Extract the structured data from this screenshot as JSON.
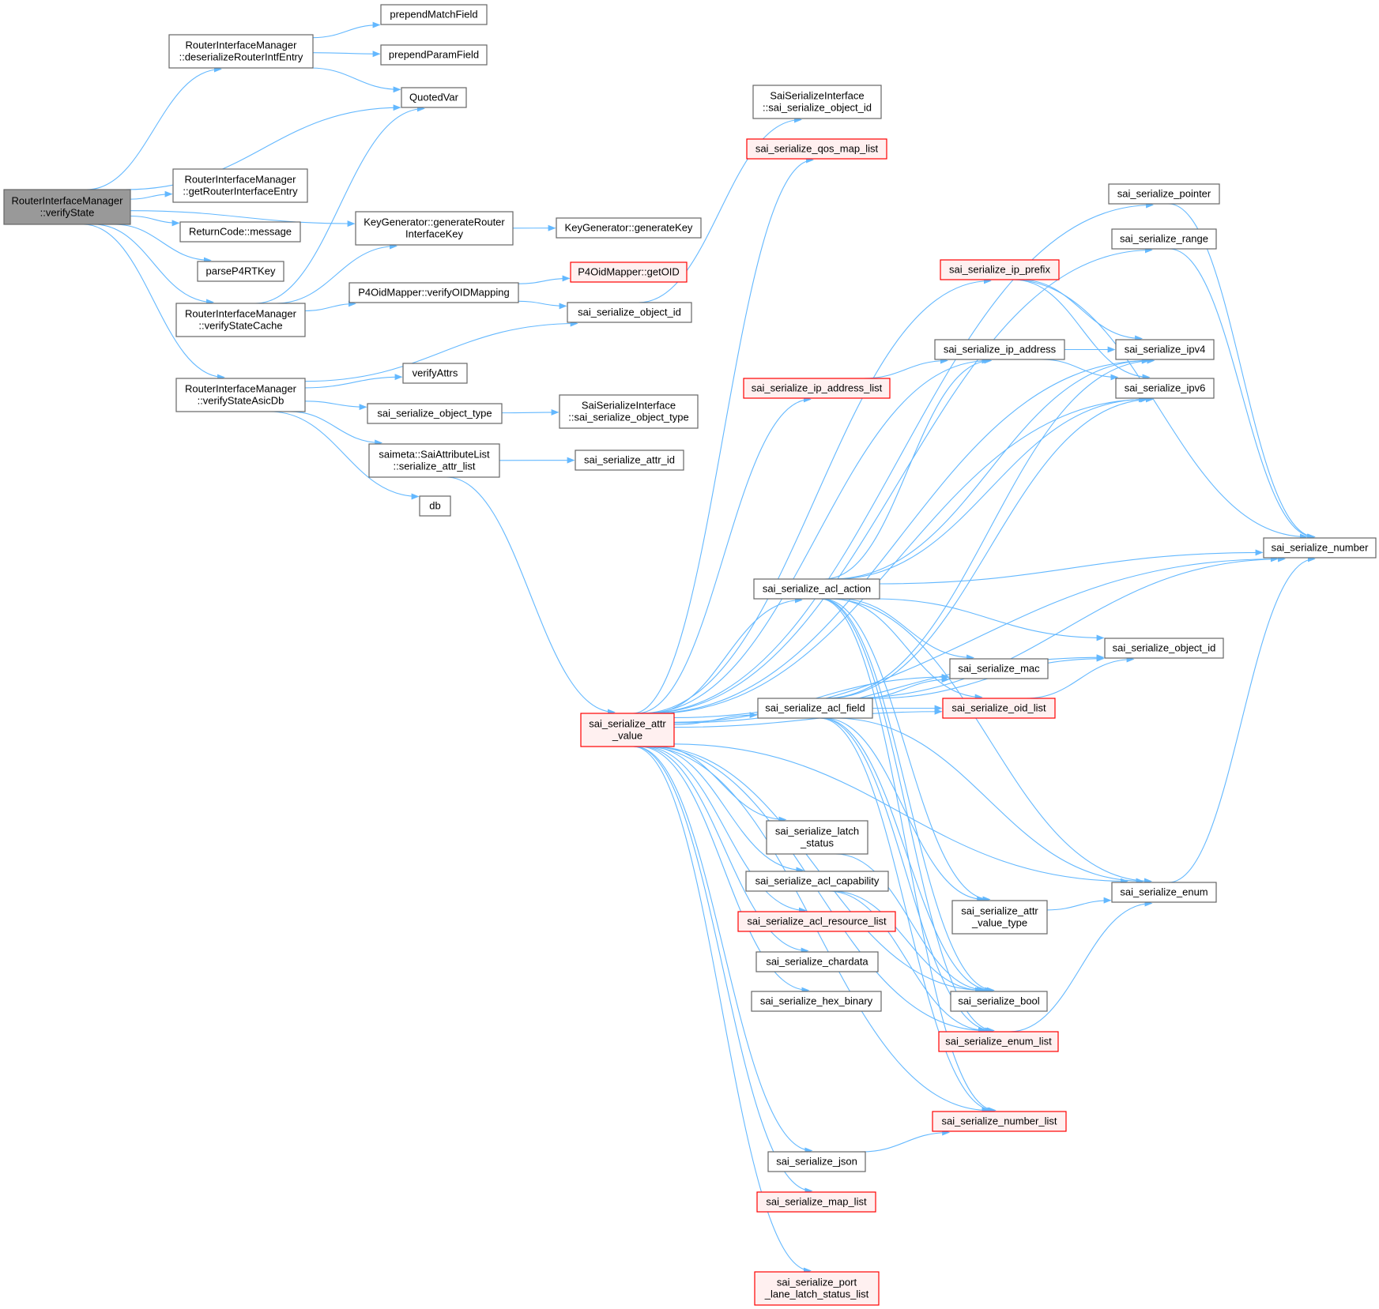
{
  "colors": {
    "edge": "#63b8ff",
    "node_fill": "#ffffff",
    "node_border": "#666666",
    "root_fill": "#999999",
    "root_border": "#666666",
    "missing_fill": "#fff0f0",
    "missing_border": "#ff0000",
    "text": "#000000"
  },
  "nodes": [
    {
      "id": "root",
      "lines": [
        "RouterInterfaceManager",
        "::verifyState"
      ],
      "style": "root"
    },
    {
      "id": "deser",
      "lines": [
        "RouterInterfaceManager",
        "::deserializeRouterIntfEntry"
      ],
      "style": "normal"
    },
    {
      "id": "getRIE",
      "lines": [
        "RouterInterfaceManager",
        "::getRouterInterfaceEntry"
      ],
      "style": "normal"
    },
    {
      "id": "retmsg",
      "lines": [
        "ReturnCode::message"
      ],
      "style": "normal"
    },
    {
      "id": "parse",
      "lines": [
        "parseP4RTKey"
      ],
      "style": "normal"
    },
    {
      "id": "vsc",
      "lines": [
        "RouterInterfaceManager",
        "::verifyStateCache"
      ],
      "style": "normal"
    },
    {
      "id": "vsad",
      "lines": [
        "RouterInterfaceManager",
        "::verifyStateAsicDb"
      ],
      "style": "normal"
    },
    {
      "id": "pmf",
      "lines": [
        "prependMatchField"
      ],
      "style": "normal"
    },
    {
      "id": "ppf",
      "lines": [
        "prependParamField"
      ],
      "style": "normal"
    },
    {
      "id": "qv",
      "lines": [
        "QuotedVar"
      ],
      "style": "normal"
    },
    {
      "id": "kgri",
      "lines": [
        "KeyGenerator::generateRouter",
        "InterfaceKey"
      ],
      "style": "normal"
    },
    {
      "id": "kgk",
      "lines": [
        "KeyGenerator::generateKey"
      ],
      "style": "normal"
    },
    {
      "id": "p4vo",
      "lines": [
        "P4OidMapper::verifyOIDMapping"
      ],
      "style": "normal"
    },
    {
      "id": "p4go",
      "lines": [
        "P4OidMapper::getOID"
      ],
      "style": "missing"
    },
    {
      "id": "soid1",
      "lines": [
        "sai_serialize_object_id"
      ],
      "style": "normal"
    },
    {
      "id": "va",
      "lines": [
        "verifyAttrs"
      ],
      "style": "normal"
    },
    {
      "id": "sot",
      "lines": [
        "sai_serialize_object_type"
      ],
      "style": "normal"
    },
    {
      "id": "ssi_ot",
      "lines": [
        "SaiSerializeInterface",
        "::sai_serialize_object_type"
      ],
      "style": "normal"
    },
    {
      "id": "sal",
      "lines": [
        "saimeta::SaiAttributeList",
        "::serialize_attr_list"
      ],
      "style": "normal"
    },
    {
      "id": "said",
      "lines": [
        "sai_serialize_attr_id"
      ],
      "style": "normal"
    },
    {
      "id": "db",
      "lines": [
        "db"
      ],
      "style": "normal"
    },
    {
      "id": "ssi_oid",
      "lines": [
        "SaiSerializeInterface",
        "::sai_serialize_object_id"
      ],
      "style": "normal"
    },
    {
      "id": "qml",
      "lines": [
        "sai_serialize_qos_map_list"
      ],
      "style": "missing"
    },
    {
      "id": "ptr",
      "lines": [
        "sai_serialize_pointer"
      ],
      "style": "normal"
    },
    {
      "id": "rng",
      "lines": [
        "sai_serialize_range"
      ],
      "style": "normal"
    },
    {
      "id": "ipp",
      "lines": [
        "sai_serialize_ip_prefix"
      ],
      "style": "missing"
    },
    {
      "id": "ipa",
      "lines": [
        "sai_serialize_ip_address"
      ],
      "style": "normal"
    },
    {
      "id": "ipv4",
      "lines": [
        "sai_serialize_ipv4"
      ],
      "style": "normal"
    },
    {
      "id": "ipv6",
      "lines": [
        "sai_serialize_ipv6"
      ],
      "style": "normal"
    },
    {
      "id": "ipal",
      "lines": [
        "sai_serialize_ip_address_list"
      ],
      "style": "missing"
    },
    {
      "id": "num",
      "lines": [
        "sai_serialize_number"
      ],
      "style": "normal"
    },
    {
      "id": "acla",
      "lines": [
        "sai_serialize_acl_action"
      ],
      "style": "normal"
    },
    {
      "id": "soid2",
      "lines": [
        "sai_serialize_object_id"
      ],
      "style": "normal"
    },
    {
      "id": "mac",
      "lines": [
        "sai_serialize_mac"
      ],
      "style": "normal"
    },
    {
      "id": "oidl",
      "lines": [
        "sai_serialize_oid_list"
      ],
      "style": "missing"
    },
    {
      "id": "aclf",
      "lines": [
        "sai_serialize_acl_field"
      ],
      "style": "normal"
    },
    {
      "id": "sav",
      "lines": [
        "sai_serialize_attr",
        "_value"
      ],
      "style": "missing"
    },
    {
      "id": "lat",
      "lines": [
        "sai_serialize_latch",
        "_status"
      ],
      "style": "normal"
    },
    {
      "id": "aclc",
      "lines": [
        "sai_serialize_acl_capability"
      ],
      "style": "normal"
    },
    {
      "id": "enm",
      "lines": [
        "sai_serialize_enum"
      ],
      "style": "normal"
    },
    {
      "id": "savt",
      "lines": [
        "sai_serialize_attr",
        "_value_type"
      ],
      "style": "normal"
    },
    {
      "id": "aclr",
      "lines": [
        "sai_serialize_acl_resource_list"
      ],
      "style": "missing"
    },
    {
      "id": "chd",
      "lines": [
        "sai_serialize_chardata"
      ],
      "style": "normal"
    },
    {
      "id": "hex",
      "lines": [
        "sai_serialize_hex_binary"
      ],
      "style": "normal"
    },
    {
      "id": "bool",
      "lines": [
        "sai_serialize_bool"
      ],
      "style": "normal"
    },
    {
      "id": "enml",
      "lines": [
        "sai_serialize_enum_list"
      ],
      "style": "missing"
    },
    {
      "id": "numl",
      "lines": [
        "sai_serialize_number_list"
      ],
      "style": "missing"
    },
    {
      "id": "json",
      "lines": [
        "sai_serialize_json"
      ],
      "style": "normal"
    },
    {
      "id": "mapl",
      "lines": [
        "sai_serialize_map_list"
      ],
      "style": "missing"
    },
    {
      "id": "port",
      "lines": [
        "sai_serialize_port",
        "_lane_latch_status_list"
      ],
      "style": "missing"
    }
  ],
  "edges": [
    [
      "root",
      "deser"
    ],
    [
      "root",
      "qv"
    ],
    [
      "root",
      "kgri"
    ],
    [
      "root",
      "getRIE"
    ],
    [
      "root",
      "retmsg"
    ],
    [
      "root",
      "parse"
    ],
    [
      "root",
      "vsc"
    ],
    [
      "root",
      "vsad"
    ],
    [
      "deser",
      "pmf"
    ],
    [
      "deser",
      "ppf"
    ],
    [
      "deser",
      "qv"
    ],
    [
      "vsc",
      "qv"
    ],
    [
      "vsc",
      "kgri"
    ],
    [
      "vsc",
      "p4vo"
    ],
    [
      "kgri",
      "kgk"
    ],
    [
      "p4vo",
      "p4go"
    ],
    [
      "p4vo",
      "soid1"
    ],
    [
      "soid1",
      "ssi_oid"
    ],
    [
      "vsad",
      "soid1"
    ],
    [
      "vsad",
      "va"
    ],
    [
      "vsad",
      "sot"
    ],
    [
      "vsad",
      "sal"
    ],
    [
      "vsad",
      "db"
    ],
    [
      "sot",
      "ssi_ot"
    ],
    [
      "sal",
      "said"
    ],
    [
      "sal",
      "sav"
    ],
    [
      "sav",
      "qml"
    ],
    [
      "sav",
      "ptr"
    ],
    [
      "sav",
      "rng"
    ],
    [
      "sav",
      "ipp"
    ],
    [
      "sav",
      "ipa"
    ],
    [
      "sav",
      "ipv4"
    ],
    [
      "sav",
      "ipv6"
    ],
    [
      "sav",
      "ipal"
    ],
    [
      "sav",
      "acla"
    ],
    [
      "sav",
      "soid2"
    ],
    [
      "sav",
      "mac"
    ],
    [
      "sav",
      "oidl"
    ],
    [
      "sav",
      "aclf"
    ],
    [
      "sav",
      "lat"
    ],
    [
      "sav",
      "aclc"
    ],
    [
      "sav",
      "aclr"
    ],
    [
      "sav",
      "chd"
    ],
    [
      "sav",
      "hex"
    ],
    [
      "sav",
      "bool"
    ],
    [
      "sav",
      "enml"
    ],
    [
      "sav",
      "enm"
    ],
    [
      "sav",
      "numl"
    ],
    [
      "sav",
      "json"
    ],
    [
      "sav",
      "mapl"
    ],
    [
      "sav",
      "port"
    ],
    [
      "sav",
      "num"
    ],
    [
      "ptr",
      "num"
    ],
    [
      "rng",
      "num"
    ],
    [
      "ipp",
      "ipv4"
    ],
    [
      "ipp",
      "ipv6"
    ],
    [
      "ipp",
      "num"
    ],
    [
      "ipa",
      "ipv4"
    ],
    [
      "ipa",
      "ipv6"
    ],
    [
      "ipal",
      "ipa"
    ],
    [
      "acla",
      "num"
    ],
    [
      "acla",
      "ipa"
    ],
    [
      "acla",
      "ipv4"
    ],
    [
      "acla",
      "ipv6"
    ],
    [
      "acla",
      "soid2"
    ],
    [
      "acla",
      "mac"
    ],
    [
      "acla",
      "oidl"
    ],
    [
      "acla",
      "enm"
    ],
    [
      "acla",
      "savt"
    ],
    [
      "acla",
      "bool"
    ],
    [
      "acla",
      "enml"
    ],
    [
      "acla",
      "numl"
    ],
    [
      "aclf",
      "mac"
    ],
    [
      "aclf",
      "oidl"
    ],
    [
      "aclf",
      "ipv4"
    ],
    [
      "aclf",
      "ipv6"
    ],
    [
      "aclf",
      "soid2"
    ],
    [
      "aclf",
      "enm"
    ],
    [
      "aclf",
      "savt"
    ],
    [
      "aclf",
      "bool"
    ],
    [
      "aclf",
      "num"
    ],
    [
      "aclf",
      "enml"
    ],
    [
      "aclf",
      "numl"
    ],
    [
      "oidl",
      "soid2"
    ],
    [
      "lat",
      "bool"
    ],
    [
      "aclc",
      "bool"
    ],
    [
      "aclc",
      "enml"
    ],
    [
      "savt",
      "enm"
    ],
    [
      "enml",
      "enm"
    ],
    [
      "json",
      "numl"
    ],
    [
      "enm",
      "num"
    ]
  ]
}
